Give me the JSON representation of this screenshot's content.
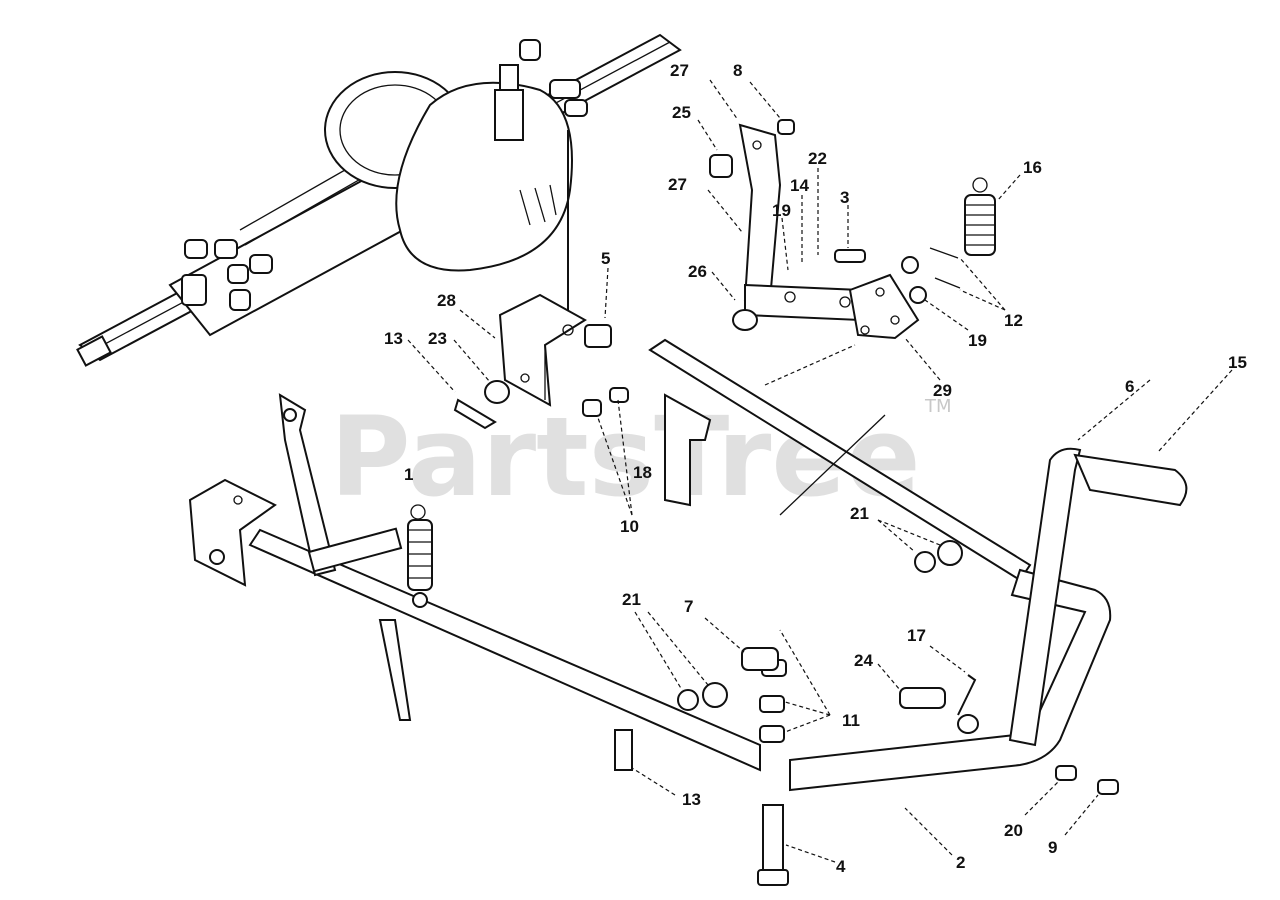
{
  "watermark": {
    "text": "PartsTree",
    "trademark": "TM"
  },
  "callouts": [
    {
      "label": "27",
      "name": "callout-27-top"
    },
    {
      "label": "8",
      "name": "callout-8"
    },
    {
      "label": "25",
      "name": "callout-25"
    },
    {
      "label": "22",
      "name": "callout-22"
    },
    {
      "label": "14",
      "name": "callout-14"
    },
    {
      "label": "27",
      "name": "callout-27-mid"
    },
    {
      "label": "19",
      "name": "callout-19-top"
    },
    {
      "label": "3",
      "name": "callout-3"
    },
    {
      "label": "16",
      "name": "callout-16"
    },
    {
      "label": "26",
      "name": "callout-26"
    },
    {
      "label": "5",
      "name": "callout-5"
    },
    {
      "label": "12",
      "name": "callout-12"
    },
    {
      "label": "19",
      "name": "callout-19-right"
    },
    {
      "label": "28",
      "name": "callout-28"
    },
    {
      "label": "13",
      "name": "callout-13-top"
    },
    {
      "label": "23",
      "name": "callout-23"
    },
    {
      "label": "29",
      "name": "callout-29"
    },
    {
      "label": "6",
      "name": "callout-6"
    },
    {
      "label": "15",
      "name": "callout-15"
    },
    {
      "label": "1",
      "name": "callout-1"
    },
    {
      "label": "18",
      "name": "callout-18"
    },
    {
      "label": "10",
      "name": "callout-10"
    },
    {
      "label": "21",
      "name": "callout-21-right"
    },
    {
      "label": "21",
      "name": "callout-21-left"
    },
    {
      "label": "7",
      "name": "callout-7"
    },
    {
      "label": "17",
      "name": "callout-17"
    },
    {
      "label": "24",
      "name": "callout-24"
    },
    {
      "label": "11",
      "name": "callout-11"
    },
    {
      "label": "13",
      "name": "callout-13-bottom"
    },
    {
      "label": "4",
      "name": "callout-4"
    },
    {
      "label": "2",
      "name": "callout-2"
    },
    {
      "label": "20",
      "name": "callout-20"
    },
    {
      "label": "9",
      "name": "callout-9"
    }
  ]
}
